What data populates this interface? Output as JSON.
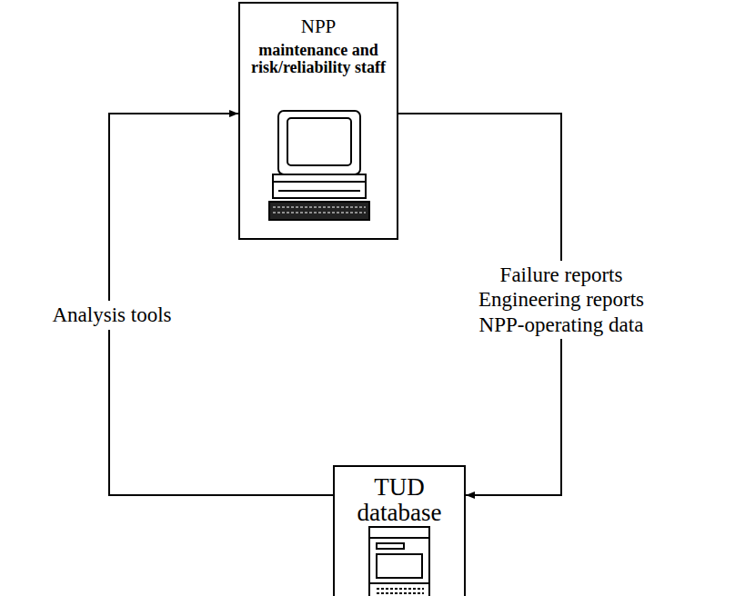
{
  "diagram": {
    "nodes": [
      {
        "text": [
          "NPP",
          "maintenance and risk/reliability staff"
        ]
      },
      {
        "text": [
          "TUD database"
        ]
      }
    ],
    "edges": [
      {
        "from": 1,
        "to": 0,
        "arrow": "to",
        "label": "Analysis tools"
      },
      {
        "from": 0,
        "to": 1,
        "arrow": "to",
        "label": "Failure reports Engineering reports NPP-operating data"
      }
    ]
  }
}
